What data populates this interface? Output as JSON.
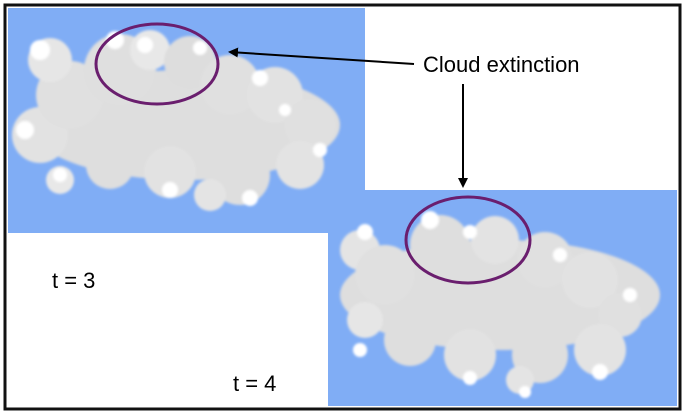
{
  "annotation": {
    "label": "Cloud extinction"
  },
  "frames": [
    {
      "time_label": "t = 3"
    },
    {
      "time_label": "t = 4"
    }
  ],
  "colors": {
    "sky": "#80adf5",
    "cloud": "#dedede",
    "cloud_highlight": "#ffffff",
    "ellipse": "#6a1e6e",
    "border": "#111111",
    "arrow": "#000000"
  }
}
